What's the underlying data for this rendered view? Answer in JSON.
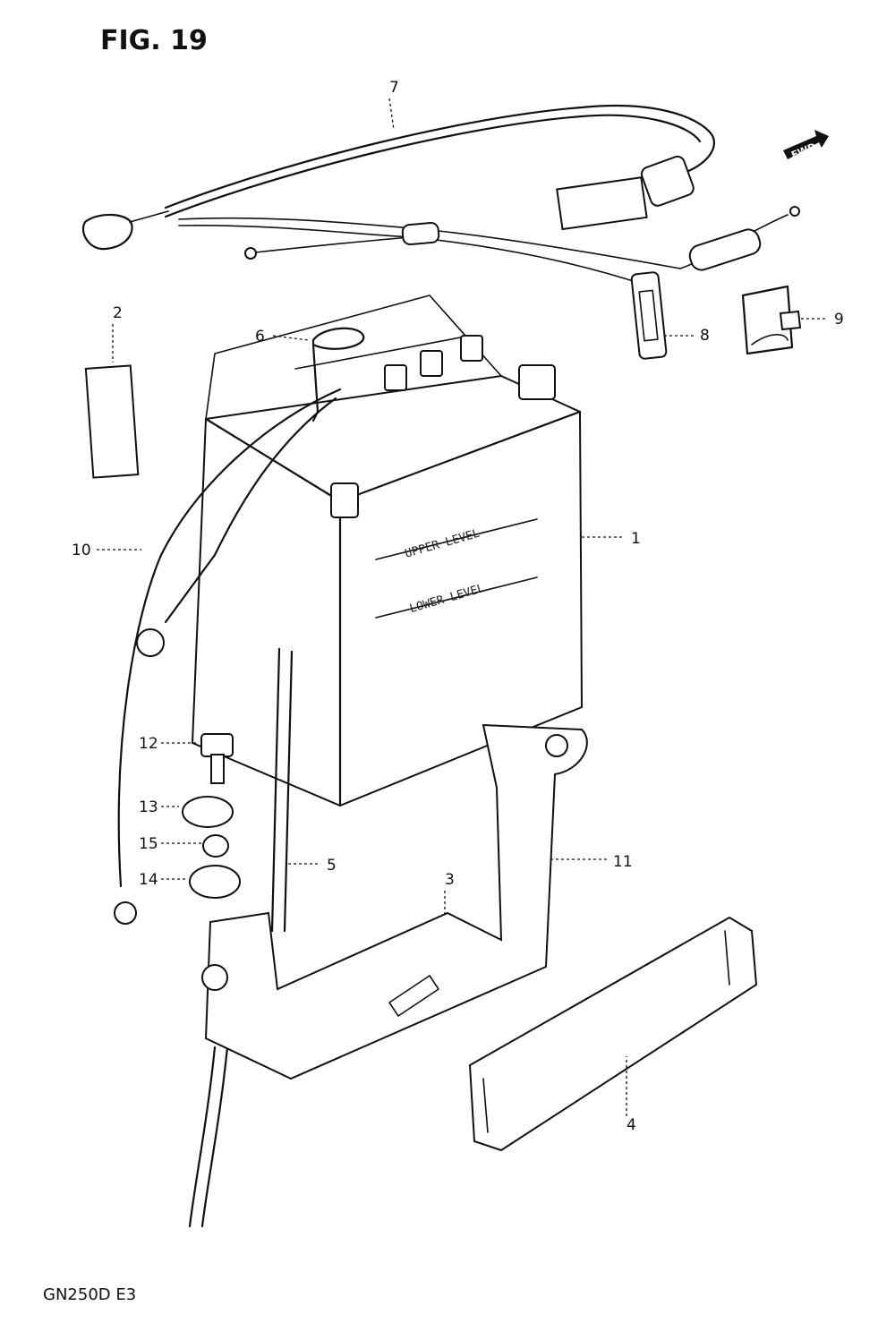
{
  "figure": {
    "title": "FIG. 19",
    "footer": "GN250D E3",
    "fwd_label": "FWD",
    "battery_upper_label": "UPPER LEVEL",
    "battery_lower_label": "LOWER LEVEL"
  },
  "callouts": [
    {
      "id": "1",
      "label": "1"
    },
    {
      "id": "2",
      "label": "2"
    },
    {
      "id": "3",
      "label": "3"
    },
    {
      "id": "4",
      "label": "4"
    },
    {
      "id": "5",
      "label": "5"
    },
    {
      "id": "6",
      "label": "6"
    },
    {
      "id": "7",
      "label": "7"
    },
    {
      "id": "8",
      "label": "8"
    },
    {
      "id": "9",
      "label": "9"
    },
    {
      "id": "10",
      "label": "10"
    },
    {
      "id": "11",
      "label": "11"
    },
    {
      "id": "12",
      "label": "12"
    },
    {
      "id": "13",
      "label": "13"
    },
    {
      "id": "14",
      "label": "14"
    },
    {
      "id": "15",
      "label": "15"
    }
  ]
}
